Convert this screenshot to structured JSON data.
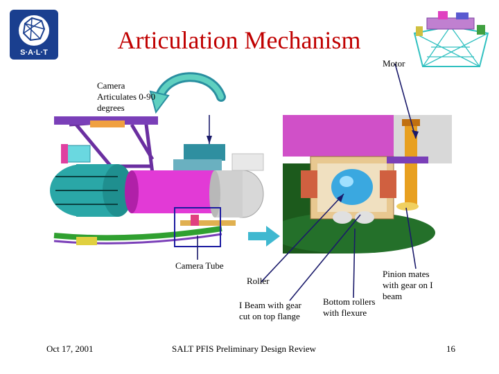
{
  "slide": {
    "title": "Articulation Mechanism",
    "logo_text": "S·A·L·T",
    "labels": {
      "motor": "Motor",
      "camera_articulates": "Camera Articulates 0-90 degrees",
      "camera_tube": "Camera Tube",
      "roller": "Roller",
      "ibeam": "I Beam with gear cut on top flange",
      "bottom_rollers": "Bottom rollers with flexure",
      "pinion": "Pinion mates with gear on I beam"
    },
    "footer": {
      "date": "Oct 17, 2001",
      "center": "SALT PFIS Preliminary Design Review",
      "page": "16"
    }
  },
  "colors": {
    "title": "#c00000",
    "logo_blue": "#1a3f8f",
    "magenta": "#e23ad6",
    "purple": "#6a2fa0",
    "teal": "#2aa7a7",
    "callout_box": "#1a1aa0"
  }
}
